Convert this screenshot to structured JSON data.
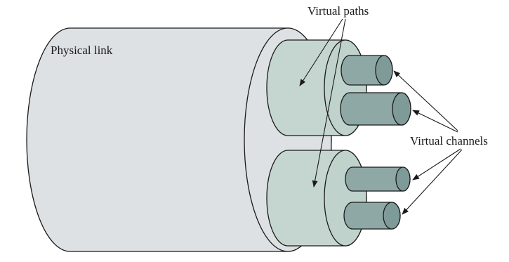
{
  "labels": {
    "physical_link": "Physical link",
    "virtual_paths": "Virtual paths",
    "virtual_channels": "Virtual channels"
  },
  "colors": {
    "physical_link_fill": "#dde1e3",
    "virtual_path_fill": "#c5d6d1",
    "virtual_path_face": "#bfd2cc",
    "virtual_channel_fill": "#8ea8a6",
    "virtual_channel_face": "#7f9b99",
    "outline": "#1a1a1a"
  }
}
